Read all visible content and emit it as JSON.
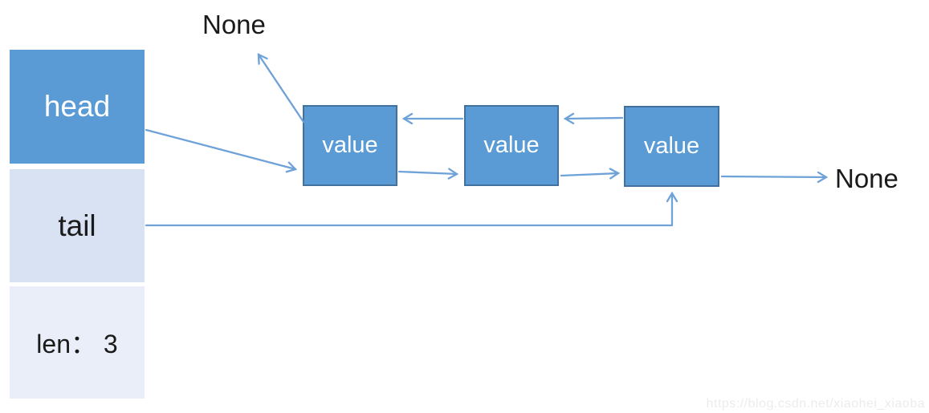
{
  "diagram": {
    "head": {
      "label": "head"
    },
    "tail": {
      "label": "tail"
    },
    "len": {
      "label": "len： 3"
    },
    "nodes": [
      {
        "label": "value"
      },
      {
        "label": "value"
      },
      {
        "label": "value"
      }
    ],
    "none_top": "None",
    "none_right": "None"
  },
  "watermark": {
    "text": "https://blog.csdn.net/xiaohei_xiaoba"
  },
  "colors": {
    "node-fill": "#5b9bd5",
    "node-border": "#41719c",
    "tail-fill": "#d9e2f3",
    "len-fill": "#eaeef8",
    "arrow": "#6ea2d9",
    "text-dark": "#1a1a1a",
    "text-light": "#ffffff",
    "watermark": "#ececec"
  }
}
